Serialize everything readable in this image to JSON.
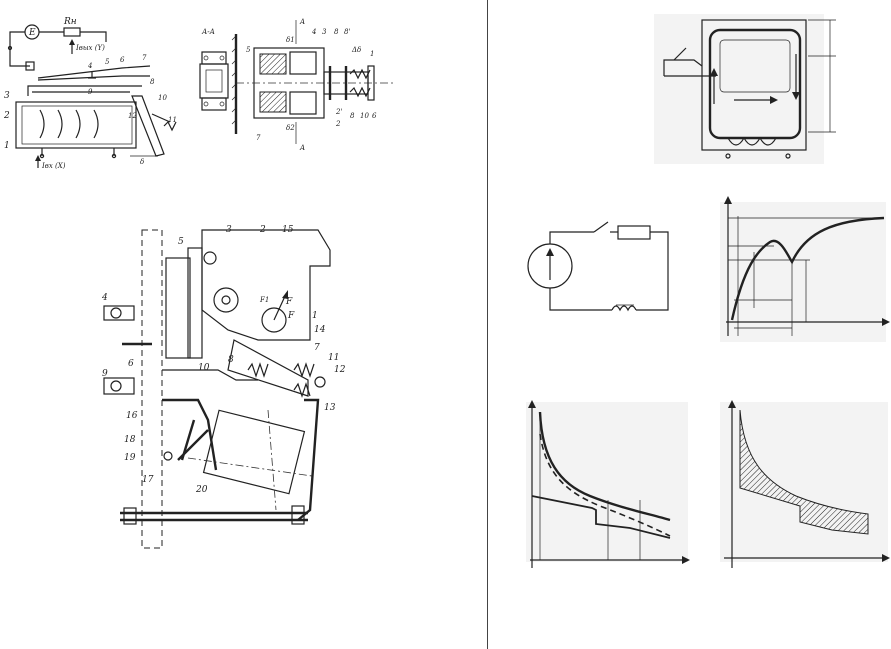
{
  "fig_relay": {
    "labels": {
      "n1": "1",
      "n2": "2",
      "n3": "3",
      "n4": "4",
      "n5": "5",
      "n6": "6",
      "n7": "7",
      "n8": "8",
      "n9": "9",
      "n10": "10",
      "n11": "11",
      "n12": "12",
      "e": "E",
      "rn": "Rн",
      "iout": "Iвых (Y)",
      "iin": "Iвх (X)",
      "delta": "δ"
    }
  },
  "fig_section": {
    "labels": {
      "aa": "А-А",
      "a_top": "A",
      "a_bottom": "A",
      "d1": "δ1",
      "d2": "δ2",
      "dd": "Δδ",
      "n1": "1",
      "n2": "2",
      "n2p": "2'",
      "n3": "3",
      "n4": "4",
      "n5": "5",
      "n6": "6",
      "n7": "7",
      "n8": "8",
      "n8p": "8'",
      "n10": "10"
    }
  },
  "fig_contactor": {
    "labels": {
      "n1": "1",
      "n2": "2",
      "n3": "3",
      "n4": "4",
      "n5": "5",
      "n6": "6",
      "n7": "7",
      "n8": "8",
      "n9": "9",
      "n10": "10",
      "n11": "11",
      "n12": "12",
      "n13": "13",
      "n14": "14",
      "n15": "15",
      "n16": "16",
      "n17": "17",
      "n18": "18",
      "n19": "19",
      "n20": "20",
      "f1": "F",
      "f2": "F1",
      "f3": "F"
    }
  },
  "fig_core": {},
  "fig_circuit": {},
  "fig_transient": {},
  "fig_traction": {},
  "fig_hatched": {}
}
